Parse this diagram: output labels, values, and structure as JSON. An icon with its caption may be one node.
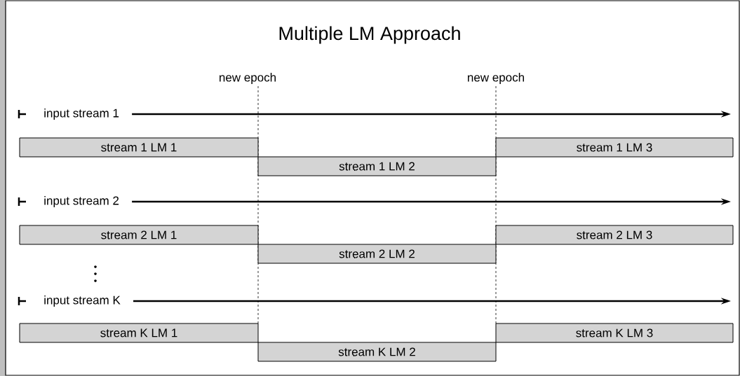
{
  "diagram": {
    "title": "Multiple LM Approach",
    "nodes": [
      {
        "text": [
          "input stream 1"
        ]
      },
      {
        "text": [
          "stream 1 LM 1"
        ]
      },
      {
        "text": [
          "stream 1 LM 3"
        ]
      },
      {
        "text": [
          "stream 1 LM 2"
        ]
      },
      {
        "text": [
          "input stream 2"
        ]
      },
      {
        "text": [
          "stream 2 LM 1"
        ]
      },
      {
        "text": [
          "stream 2 LM 3"
        ]
      },
      {
        "text": [
          "stream 2 LM 2"
        ]
      },
      {
        "text": [
          "input stream K"
        ]
      },
      {
        "text": [
          "stream K LM 1"
        ]
      },
      {
        "text": [
          "stream K LM 3"
        ]
      },
      {
        "text": [
          "stream K LM 2"
        ]
      }
    ],
    "edges": [
      {
        "from": 0,
        "to": null,
        "arrow": "to"
      },
      {
        "from": 4,
        "to": null,
        "arrow": "to"
      },
      {
        "from": 8,
        "to": null,
        "arrow": "to"
      }
    ],
    "labels": [
      "new epoch",
      "new epoch"
    ]
  }
}
